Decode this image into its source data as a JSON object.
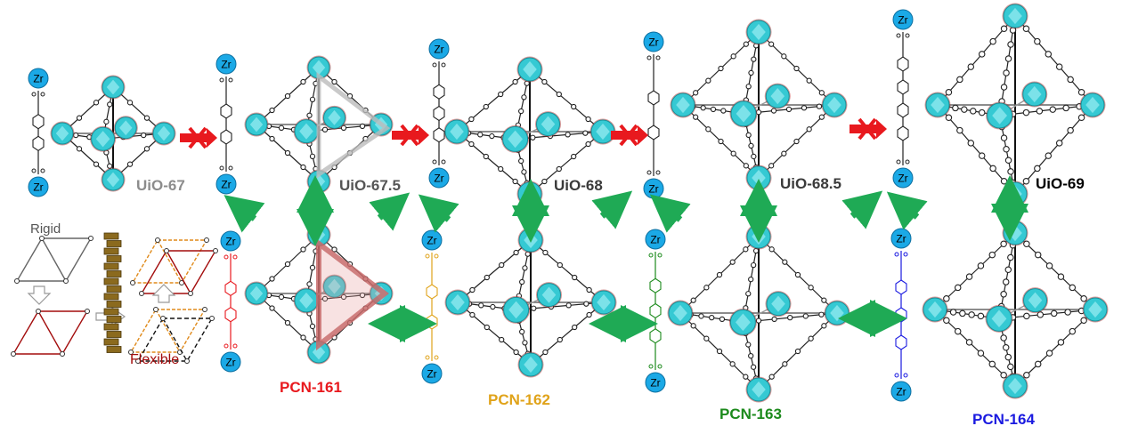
{
  "labels": {
    "uio67": "UiO-67",
    "uio675": "UiO-67.5",
    "uio68": "UiO-68",
    "uio685": "UiO-68.5",
    "uio69": "UiO-69",
    "pcn161": "PCN-161",
    "pcn162": "PCN-162",
    "pcn163": "PCN-163",
    "pcn164": "PCN-164"
  },
  "legend": {
    "rigid": "Rigid",
    "flexible": "Flexible"
  },
  "metal": "Zr",
  "colors": {
    "uio67": "#8c8c8c",
    "uio_dark": "#3a3a3a",
    "uio69": "#000000",
    "pcn161": "#e8191e",
    "pcn162": "#e0a31a",
    "pcn163": "#1c8a1c",
    "pcn164": "#1a1ae0",
    "flexible": "#a30d0d",
    "zr_fill": "#1ba9e6",
    "cluster": "#35c9d3",
    "green_arrow": "#1faa55",
    "red_arrow": "#e8191e"
  }
}
